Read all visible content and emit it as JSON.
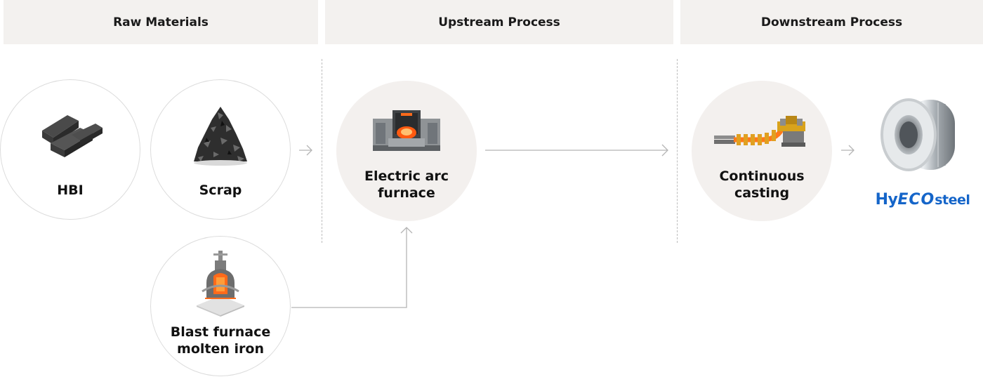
{
  "headers": {
    "raw_materials": "Raw Materials",
    "upstream": "Upstream Process",
    "downstream": "Downstream Process"
  },
  "nodes": {
    "hbi": {
      "label": "HBI",
      "icon": "hbi-briquettes-icon"
    },
    "scrap": {
      "label": "Scrap",
      "icon": "scrap-pile-icon"
    },
    "blast_furnace": {
      "label_line1": "Blast furnace",
      "label_line2": "molten iron",
      "icon": "blast-furnace-icon"
    },
    "eaf": {
      "label_line1": "Electric arc",
      "label_line2": "furnace",
      "icon": "electric-arc-furnace-icon"
    },
    "casting": {
      "label_line1": "Continuous",
      "label_line2": "casting",
      "icon": "continuous-casting-icon"
    }
  },
  "product": {
    "icon": "steel-coil-icon",
    "brand_hy": "Hy",
    "brand_eco": "ECO",
    "brand_steel": "steel"
  },
  "colors": {
    "header_bg": "#f3f1ef",
    "node_fill": "#f3f0ee",
    "arrow": "#b5b5b5",
    "brand_blue": "#1565c9",
    "molten_orange": "#ff6a1a"
  }
}
